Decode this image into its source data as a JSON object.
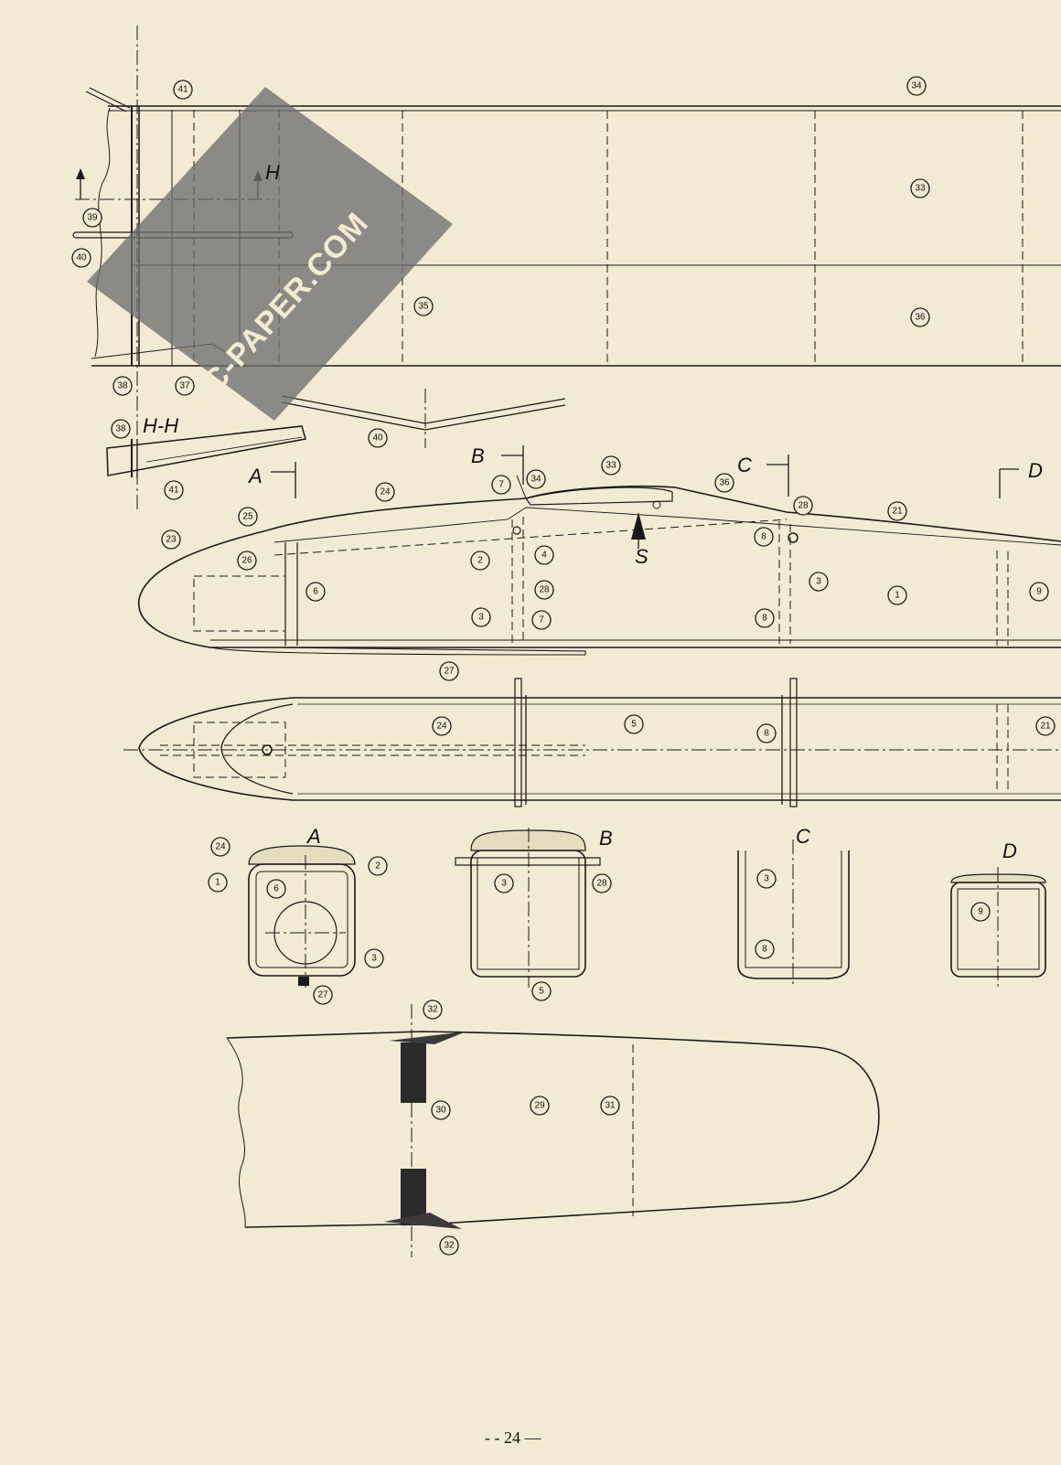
{
  "callouts": {
    "c41a": "41",
    "c34a": "34",
    "c33a": "33",
    "c36a": "36",
    "c35": "35",
    "c39": "39",
    "c40a": "40",
    "c38a": "38",
    "c37": "37",
    "c40b": "40",
    "c38b": "38",
    "c41b": "41",
    "c24a": "24",
    "c33b": "33",
    "c34b": "34",
    "c36b": "36",
    "c7a": "7",
    "c25": "25",
    "c26": "26",
    "c23": "23",
    "c2a": "2",
    "c4": "4",
    "c28a": "28",
    "c8a": "8",
    "c21a": "21",
    "c6a": "6",
    "c28b": "28",
    "c3a": "3",
    "c1a": "1",
    "c9a": "9",
    "c3b": "3",
    "c7b": "7",
    "c8b": "8",
    "c27a": "27",
    "c24b": "24",
    "c5a": "5",
    "c8c": "8",
    "c21b": "21",
    "c24c": "24",
    "c1b": "1",
    "c6b": "6",
    "c2b": "2",
    "c3c": "3",
    "c27b": "27",
    "c3d": "3",
    "c28c": "28",
    "c5b": "5",
    "c3e": "3",
    "c8d": "8",
    "c9b": "9",
    "c32a": "32",
    "c30": "30",
    "c29": "29",
    "c31": "31",
    "c32b": "32"
  },
  "section_labels": {
    "h1": "H",
    "hh": "H-H",
    "a_top": "A",
    "b_top": "B",
    "c_top": "C",
    "d_top": "D",
    "s": "S",
    "a_sec": "A",
    "b_sec": "B",
    "c_sec": "C",
    "d_sec": "D"
  },
  "watermark": {
    "text": "RC-PAPER.COM"
  },
  "page_number": "- - 24 —"
}
